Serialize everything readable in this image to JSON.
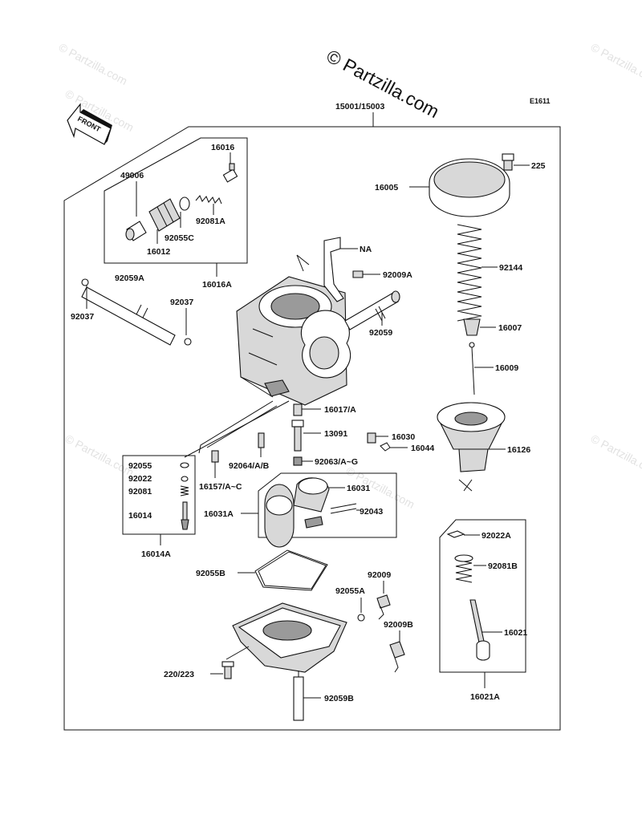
{
  "watermark": {
    "brand": "© Partzilla.com",
    "tiles": [
      "© Partzilla.com",
      "© Partzilla.com",
      "© Partzilla.com",
      "© Partzilla.com",
      "© Partzilla.com",
      "© Partzilla.com"
    ]
  },
  "diagram_code": "E1611",
  "front_label": "FRONT",
  "assembly_label": "15001/15003",
  "parts": {
    "p16016": "16016",
    "p49006": "49006",
    "p92081A": "92081A",
    "p92055C": "92055C",
    "p16012": "16012",
    "p16016A": "16016A",
    "p92059A": "92059A",
    "p92037a": "92037",
    "p92037b": "92037",
    "pNA": "NA",
    "p92009A": "92009A",
    "p92059": "92059",
    "p225": "225",
    "p16005": "16005",
    "p92144": "92144",
    "p16007": "16007",
    "p16009": "16009",
    "p16126": "16126",
    "p16017A": "16017/A",
    "p13091": "13091",
    "p16030": "16030",
    "p16044": "16044",
    "p92064AB": "92064/A/B",
    "p92063AG": "92063/A~G",
    "p16157AC": "16157/A~C",
    "p92055": "92055",
    "p92022": "92022",
    "p92081": "92081",
    "p16014": "16014",
    "p16014A": "16014A",
    "p16031": "16031",
    "p16031A": "16031A",
    "p92043": "92043",
    "p92022A": "92022A",
    "p92081B": "92081B",
    "p16021": "16021",
    "p16021A": "16021A",
    "p92055B": "92055B",
    "p92009": "92009",
    "p92055A": "92055A",
    "p92009B": "92009B",
    "p220223": "220/223",
    "p92059B": "92059B"
  }
}
